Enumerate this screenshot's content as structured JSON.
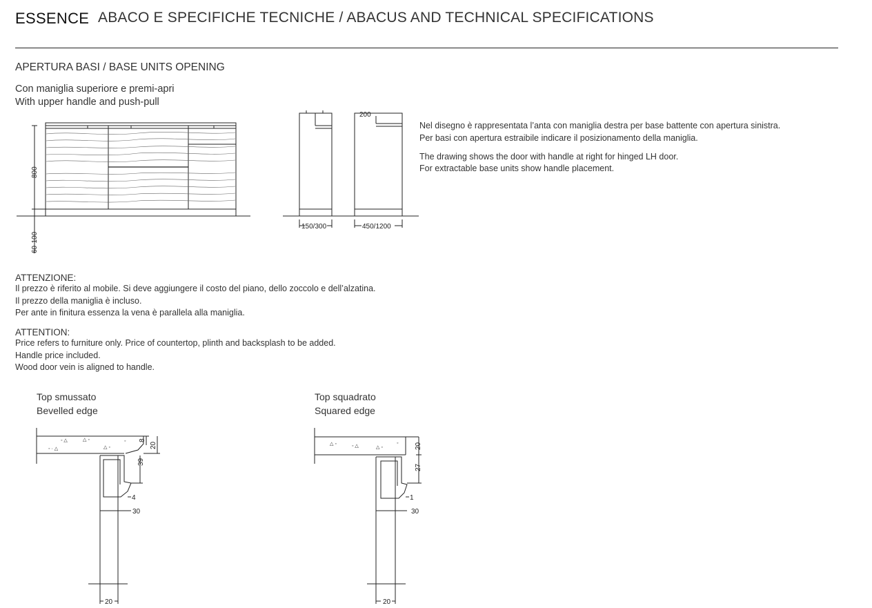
{
  "header": {
    "brand": "ESSENCE",
    "title": "ABACO E SPECIFICHE TECNICHE  / ABACUS AND TECHNICAL SPECIFICATIONS"
  },
  "section": {
    "heading": "APERTURA BASI / BASE UNITS OPENING",
    "subtitle_it": "Con maniglia superiore e premi-apri",
    "subtitle_en": "With upper handle and push-pull"
  },
  "front_drawing": {
    "height_dim": "800",
    "plinth_dim": "60-100"
  },
  "side_drawings": {
    "left_width_dim": "150/300",
    "right_depth_dim": "450/1200",
    "top_dim": "200"
  },
  "notes": {
    "it_1": "Nel disegno è rappresentata l’anta con maniglia destra per base battente con apertura sinistra.",
    "it_2": "Per basi con apertura estraibile indicare il posizionamento della maniglia.",
    "en_1": "The drawing shows the door with handle at right for hinged LH door.",
    "en_2": "For extractable base units show handle placement."
  },
  "attention_it": {
    "heading": "ATTENZIONE:",
    "line1": "Il prezzo è riferito al mobile. Si deve aggiungere il costo del piano, dello zoccolo e dell’alzatina.",
    "line2": "Il prezzo della maniglia è incluso.",
    "line3": "Per ante in finitura essenza la vena è parallela alla maniglia."
  },
  "attention_en": {
    "heading": "ATTENTION:",
    "line1": "Price refers to furniture only. Price of countertop, plinth and backsplash to be added.",
    "line2": "Handle price included.",
    "line3": "Wood door vein is aligned to handle."
  },
  "bevelled": {
    "caption_it": "Top smussato",
    "caption_en": "Bevelled edge",
    "dim_8": "8",
    "dim_20": "20",
    "dim_39": "39",
    "dim_4": "4",
    "dim_30": "30",
    "dim_bottom": "20"
  },
  "squared": {
    "caption_it": "Top squadrato",
    "caption_en": "Squared edge",
    "dim_20": "20",
    "dim_27": "27",
    "dim_1": "1",
    "dim_30": "30",
    "dim_bottom": "20"
  }
}
